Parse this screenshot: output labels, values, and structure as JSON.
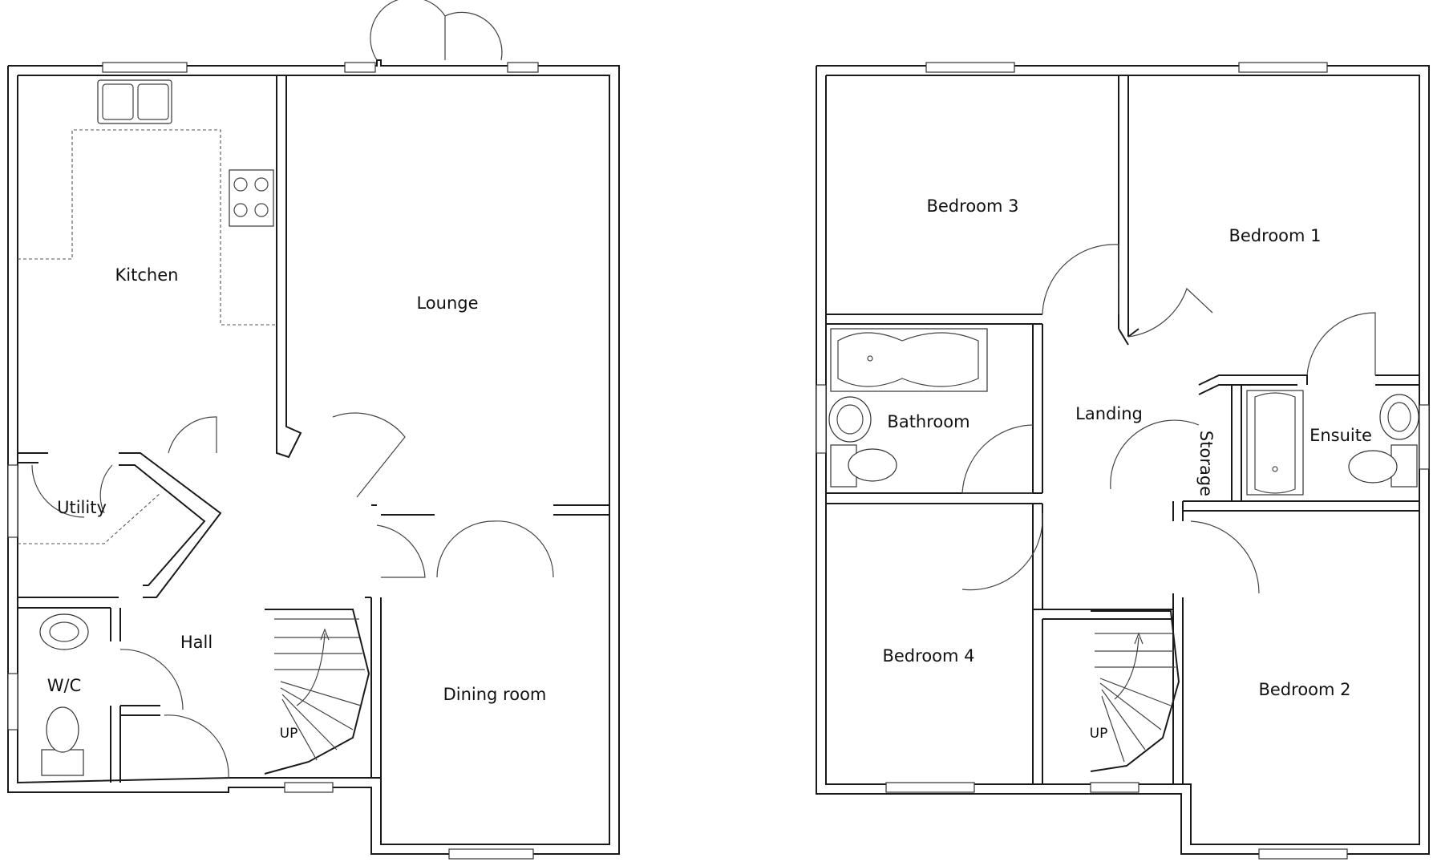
{
  "rooms": {
    "kitchen": "Kitchen",
    "lounge": "Lounge",
    "utility": "Utility",
    "hall": "Hall",
    "wc": "W/C",
    "dining": "Dining room",
    "up_ground": "UP",
    "bedroom3": "Bedroom 3",
    "bedroom1": "Bedroom 1",
    "bathroom": "Bathroom",
    "landing": "Landing",
    "storage": "Storage",
    "ensuite": "Ensuite",
    "bedroom4": "Bedroom 4",
    "bedroom2": "Bedroom 2",
    "up_first": "UP"
  }
}
